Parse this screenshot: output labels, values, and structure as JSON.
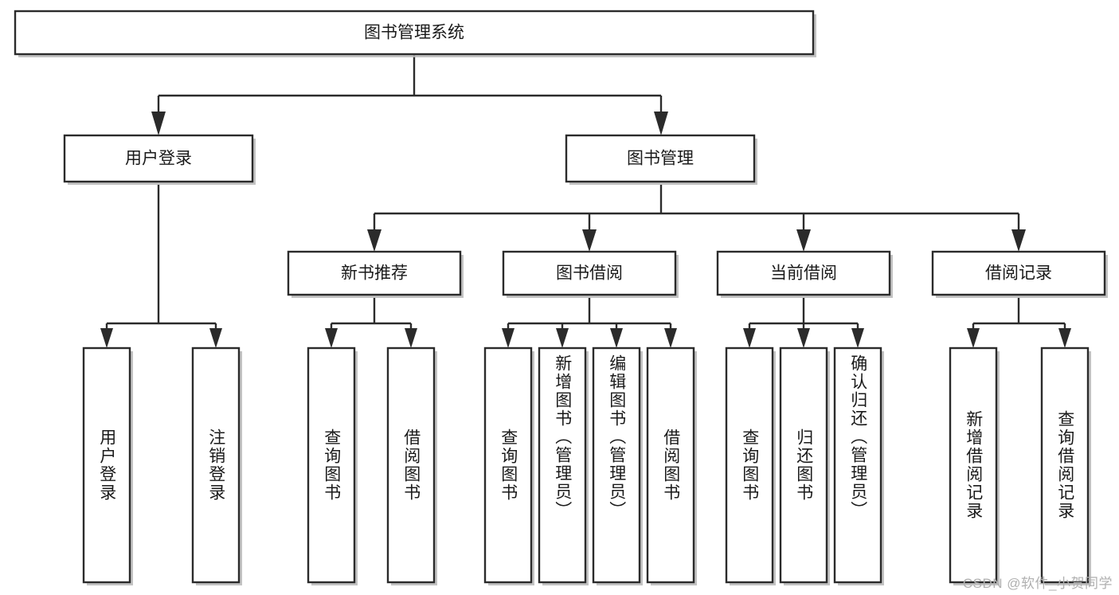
{
  "diagram": {
    "title": "图书管理系统",
    "type": "tree-hierarchy-diagram",
    "orientation": "top-down",
    "root": {
      "id": "root",
      "label": "图书管理系统"
    },
    "level2": [
      {
        "id": "user-login",
        "label": "用户登录"
      },
      {
        "id": "book-manage",
        "label": "图书管理"
      }
    ],
    "level3": [
      {
        "id": "new-book-recommend",
        "label": "新书推荐"
      },
      {
        "id": "book-borrow",
        "label": "图书借阅"
      },
      {
        "id": "current-borrow",
        "label": "当前借阅"
      },
      {
        "id": "borrow-record",
        "label": "借阅记录"
      }
    ],
    "leaves": {
      "user_login": [
        {
          "id": "leaf-user-login",
          "label": "用户登录"
        },
        {
          "id": "leaf-logout-login",
          "label": "注销登录"
        }
      ],
      "new_book_recommend": [
        {
          "id": "leaf-query-book-1",
          "label": "查询图书"
        },
        {
          "id": "leaf-borrow-book-1",
          "label": "借阅图书"
        }
      ],
      "book_borrow": [
        {
          "id": "leaf-query-book-2",
          "label": "查询图书"
        },
        {
          "id": "leaf-add-book",
          "label": "新增图书（管理员）"
        },
        {
          "id": "leaf-edit-book",
          "label": "编辑图书（管理员）"
        },
        {
          "id": "leaf-borrow-book-2",
          "label": "借阅图书"
        }
      ],
      "current_borrow": [
        {
          "id": "leaf-query-book-3",
          "label": "查询图书"
        },
        {
          "id": "leaf-return-book",
          "label": "归还图书"
        },
        {
          "id": "leaf-confirm-return",
          "label": "确认归还（管理员）"
        }
      ],
      "borrow_record": [
        {
          "id": "leaf-add-borrow-record",
          "label": "新增借阅记录"
        },
        {
          "id": "leaf-query-borrow-record",
          "label": "查询借阅记录"
        }
      ]
    }
  },
  "watermark": {
    "text": "CSDN @软件_小贺同学"
  },
  "colors": {
    "box_stroke": "#2b2b2b",
    "box_fill": "#ffffff",
    "connector": "#2b2b2b",
    "text": "#1a1a1a",
    "shadow": "#b9b9b9",
    "watermark": "#b0b0b0",
    "background": "#ffffff"
  }
}
